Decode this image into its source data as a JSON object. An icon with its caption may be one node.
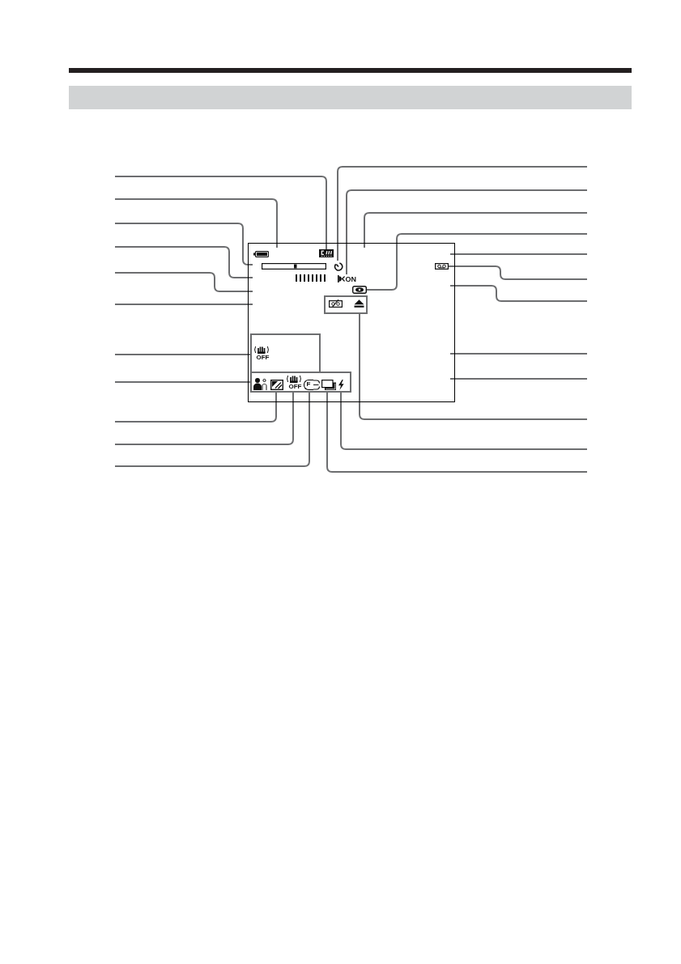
{
  "diagram": {
    "nodes": [
      {
        "text": [],
        "shape": "bar"
      },
      {
        "text": [],
        "shape": "box"
      },
      {
        "text": [],
        "shape": "picture",
        "in": 1
      },
      {
        "text": [],
        "shape": "picture",
        "in": 1
      },
      {
        "text": [],
        "shape": "picture",
        "in": 1
      },
      {
        "text": [
          "ON"
        ],
        "in": 1
      },
      {
        "text": [],
        "shape": "picture",
        "in": 1
      },
      {
        "text": [],
        "shape": "box",
        "in": 1
      },
      {
        "text": [],
        "shape": "box",
        "in": 1
      },
      {
        "text": [
          "OFF"
        ],
        "in": 8
      },
      {
        "text": [],
        "shape": "box",
        "in": 1
      },
      {
        "text": [],
        "shape": "picture",
        "in": 10
      },
      {
        "text": [],
        "shape": "picture",
        "in": 10
      },
      {
        "text": [
          "OFF"
        ],
        "in": 10
      },
      {
        "text": [
          "F"
        ],
        "in": 10
      },
      {
        "text": [],
        "shape": "picture",
        "in": 10
      },
      {
        "text": [],
        "shape": "picture",
        "in": 10
      }
    ],
    "edges": [
      {
        "from": null,
        "to": 2,
        "arrow": "none"
      },
      {
        "from": null,
        "to": 1,
        "arrow": "none"
      },
      {
        "from": null,
        "to": 1,
        "arrow": "none"
      },
      {
        "from": null,
        "to": 1,
        "arrow": "none"
      },
      {
        "from": null,
        "to": 1,
        "arrow": "none"
      },
      {
        "from": null,
        "to": 1,
        "arrow": "none"
      },
      {
        "from": null,
        "to": 8,
        "arrow": "none"
      },
      {
        "from": null,
        "to": 11,
        "arrow": "none"
      },
      {
        "from": null,
        "to": 12,
        "arrow": "none"
      },
      {
        "from": null,
        "to": 13,
        "arrow": "none"
      },
      {
        "from": null,
        "to": 14,
        "arrow": "none"
      },
      {
        "from": null,
        "to": 3,
        "arrow": "none"
      },
      {
        "from": null,
        "to": 5,
        "arrow": "none"
      },
      {
        "from": null,
        "to": 1,
        "arrow": "none"
      },
      {
        "from": null,
        "to": 6,
        "arrow": "none"
      },
      {
        "from": null,
        "to": 1,
        "arrow": "none"
      },
      {
        "from": null,
        "to": 4,
        "arrow": "none"
      },
      {
        "from": null,
        "to": 1,
        "arrow": "none"
      },
      {
        "from": null,
        "to": 1,
        "arrow": "none"
      },
      {
        "from": null,
        "to": 1,
        "arrow": "none"
      },
      {
        "from": null,
        "to": 7,
        "arrow": "none"
      },
      {
        "from": null,
        "to": 16,
        "arrow": "none"
      },
      {
        "from": null,
        "to": 15,
        "arrow": "none"
      }
    ]
  }
}
